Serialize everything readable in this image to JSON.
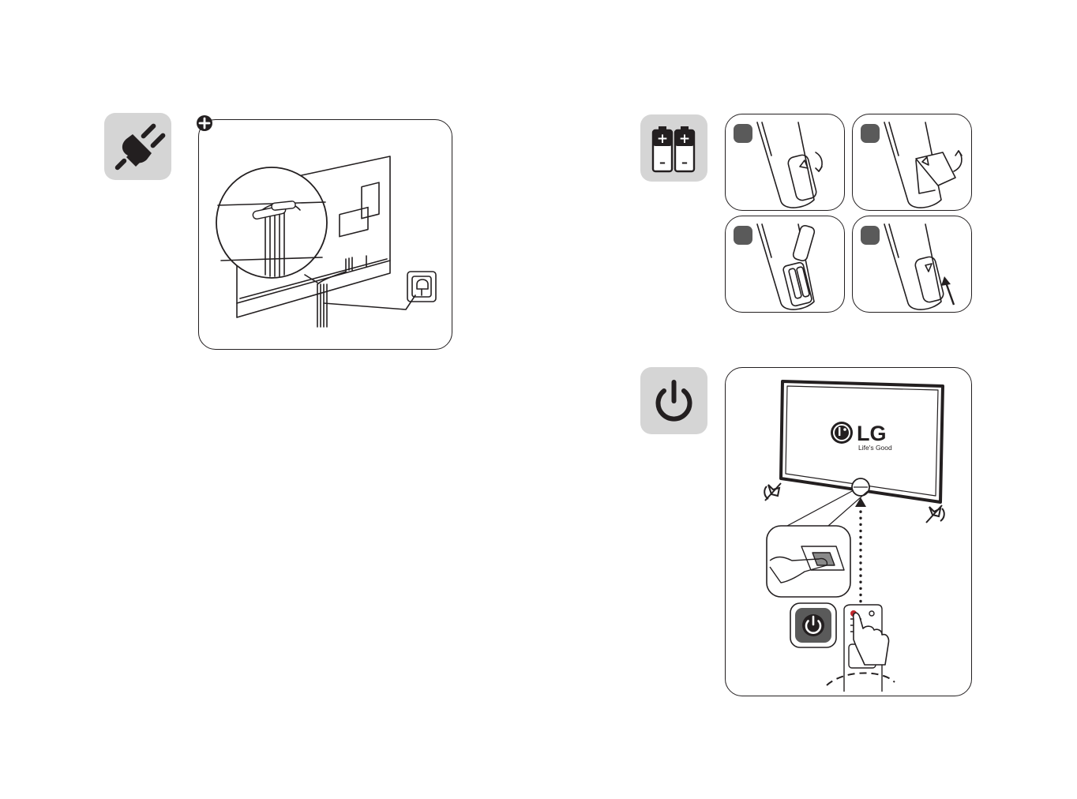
{
  "sections": {
    "power_cable": {
      "icon": "plug-icon",
      "badge_icon": "plus-circle-icon"
    },
    "batteries": {
      "icon": "batteries-icon",
      "battery_plus": "+",
      "battery_minus": "–",
      "steps": [
        "open-cover",
        "lift-cover",
        "insert-batteries",
        "close-cover"
      ]
    },
    "power_on": {
      "icon": "power-icon",
      "tv_logo_text": "LG",
      "tv_tagline": "Life's Good",
      "remote_button_icon": "power-icon"
    }
  },
  "colors": {
    "icon_tile": "#d5d5d5",
    "line": "#231f20",
    "power_led": "#c0282d"
  }
}
